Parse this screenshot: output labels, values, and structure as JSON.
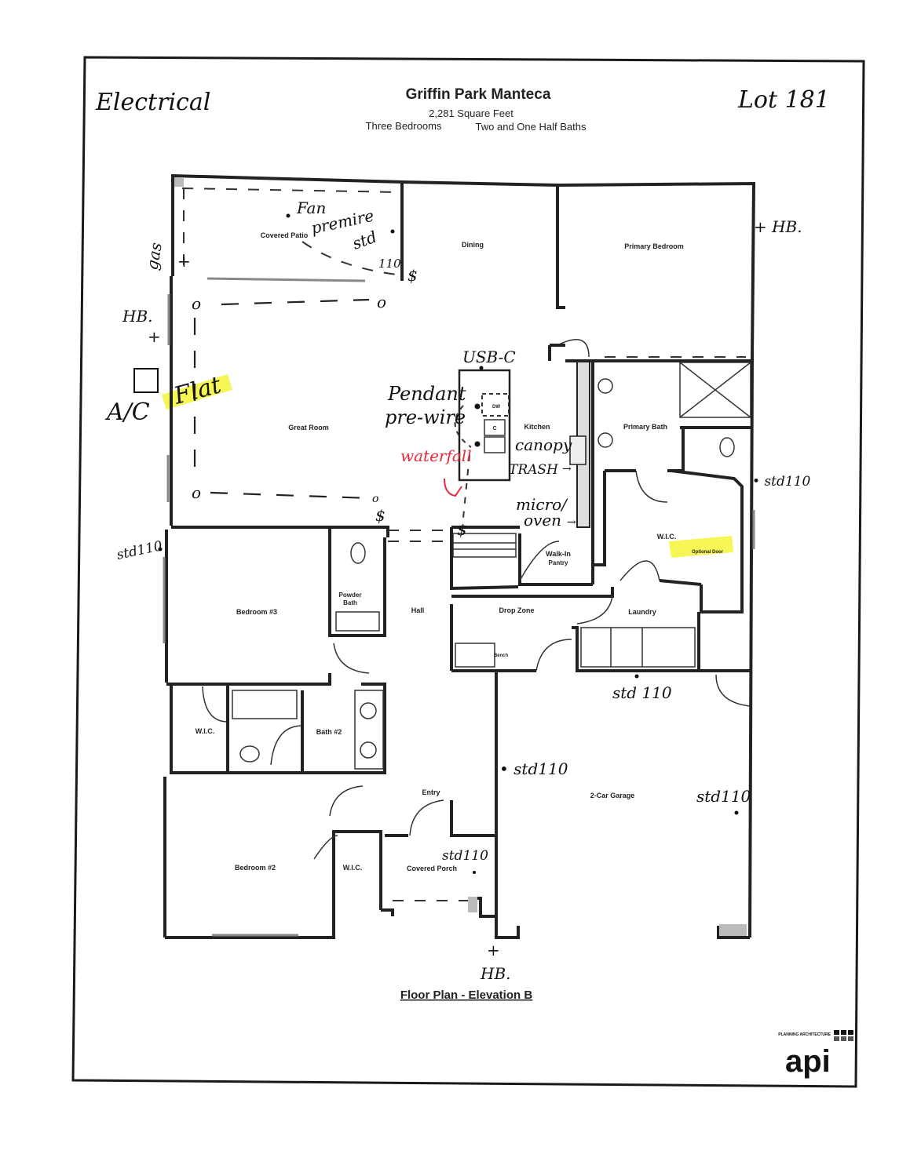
{
  "header": {
    "title": "Griffin Park Manteca",
    "square_feet": "2,281 Square Feet",
    "bedrooms": "Three Bedrooms",
    "baths": "Two and One Half Baths"
  },
  "footer": {
    "plan_label": "Floor Plan - Elevation B",
    "logo_text": "api",
    "logo_subtext": "PLANNING ARCHITECTURE"
  },
  "rooms": [
    "Covered Patio",
    "Dining",
    "Primary Bedroom",
    "Great Room",
    "Kitchen",
    "Primary Bath",
    "W.I.C.",
    "Optional Door",
    "Walk-In",
    "Pantry",
    "Powder",
    "Bath",
    "Bedroom #3",
    "Hall",
    "Drop Zone",
    "Laundry",
    "Bench",
    "W.I.C.",
    "Bath #2",
    "Entry",
    "2-Car Garage",
    "Bedroom #2",
    "W.I.C.",
    "Covered Porch",
    "DW",
    "C"
  ],
  "annotations": {
    "category": "Electrical",
    "lot": "Lot 181",
    "gas": "gas",
    "hb_left": "HB.",
    "ac": "A/C",
    "flat": "Flat",
    "fan": "Fan",
    "premire": "premire",
    "std_patio": "std",
    "std_patio_110": "110",
    "switch_patio": "$",
    "usb_c": "USB-C",
    "pendant": "Pendant",
    "prewire": "pre-wire",
    "waterfall": "waterfall",
    "canopy": "canopy",
    "trash": "TRASH",
    "micro": "micro/",
    "oven": "oven",
    "hb_right": "+ HB.",
    "std110_right": "• std110",
    "std110_left": "std110",
    "std110_garage_top": "std 110",
    "std110_hall": "• std110",
    "std110_garage": "std110",
    "std110_porch": "std110",
    "hb_bottom": "HB.",
    "switch_great": "$",
    "switch_kitchen": "$"
  },
  "colors": {
    "highlight": "#f4f53a",
    "red_ink": "#e8283a"
  }
}
